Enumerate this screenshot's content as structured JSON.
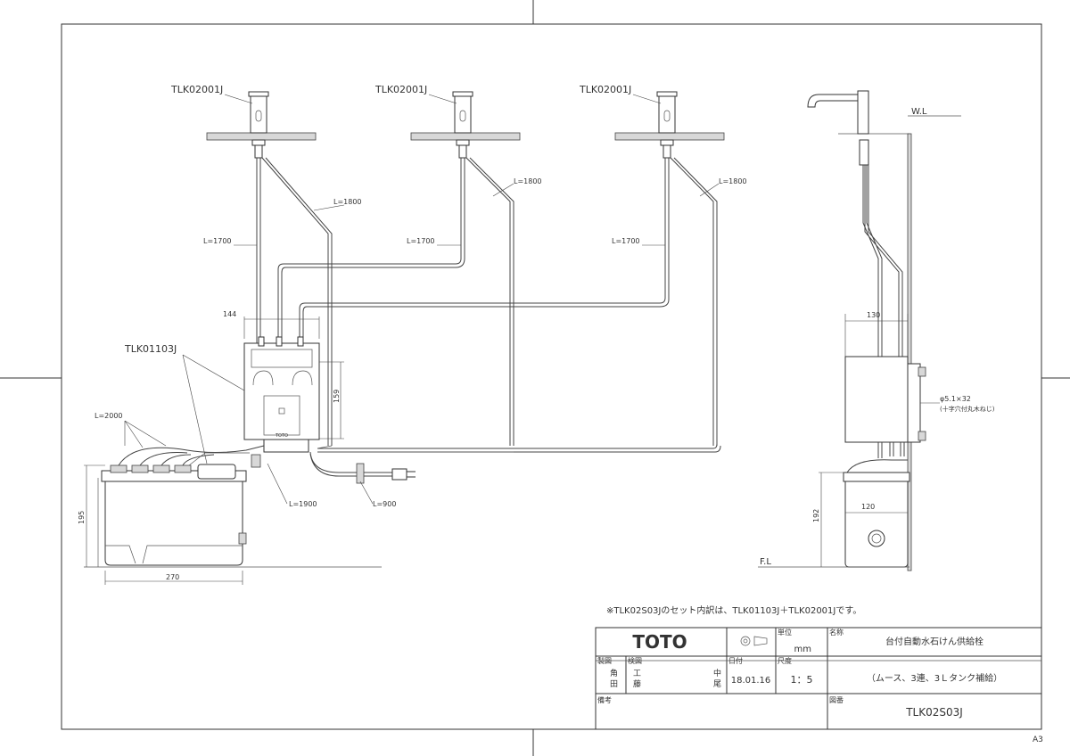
{
  "labels": {
    "faucet_model": "TLK02001J",
    "unit_model": "TLK01103J",
    "hose_1800": "L=1800",
    "hose_1700": "L=1700",
    "hose_2000": "L=2000",
    "hose_1900": "L=1900",
    "hose_900": "L=900",
    "wl": "W.L",
    "fl": "F.L",
    "screw": "φ5.1×32",
    "screw_note": "(十字穴付丸木ねじ)"
  },
  "dimensions": {
    "d144": "144",
    "d159": "159",
    "d195": "195",
    "d270": "270",
    "d130": "130",
    "d120": "120",
    "d192": "192"
  },
  "note": "※TLK02S03Jのセット内訳は、TLK01103J＋TLK02001Jです。",
  "title_block": {
    "brand": "TOTO",
    "unit_label": "単位",
    "unit_value": "mm",
    "name_label": "名称",
    "name_line1": "台付自動水石けん供給栓",
    "name_line2": "（ムース、3連、3Ｌタンク補給）",
    "drawn_label": "製図",
    "drawn_by_1": "角",
    "drawn_by_2": "田",
    "check_label": "検図",
    "check_1": "工",
    "check_2": "藤",
    "check_3": "中",
    "check_4": "尾",
    "date_label": "日付",
    "date_value": "18.01.16",
    "scale_label": "尺度",
    "scale_value": "1：5",
    "remarks_label": "備考",
    "drawing_no_label": "図番",
    "drawing_no": "TLK02S03J"
  },
  "sheet_size": "A3",
  "unit_body_text": "TOTO"
}
